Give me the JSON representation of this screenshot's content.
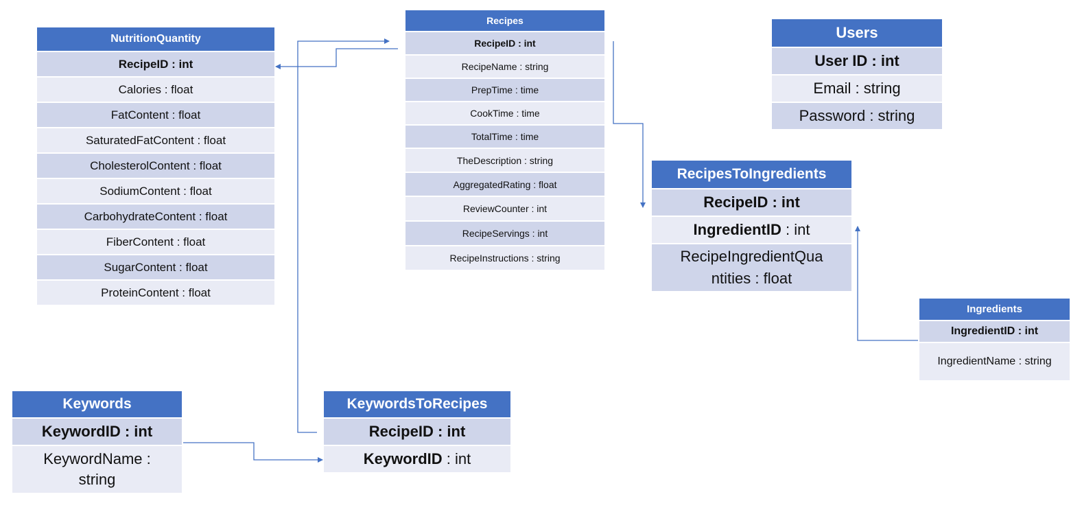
{
  "tables": {
    "nutrition": {
      "title": "NutritionQuantity",
      "rows": [
        {
          "key": "RecipeID : int",
          "rest": ""
        },
        {
          "key": "",
          "rest": "Calories : float"
        },
        {
          "key": "",
          "rest": "FatContent : float"
        },
        {
          "key": "",
          "rest": "SaturatedFatContent : float"
        },
        {
          "key": "",
          "rest": "CholesterolContent : float"
        },
        {
          "key": "",
          "rest": "SodiumContent : float"
        },
        {
          "key": "",
          "rest": "CarbohydrateContent : float"
        },
        {
          "key": "",
          "rest": "FiberContent : float"
        },
        {
          "key": "",
          "rest": "SugarContent : float"
        },
        {
          "key": "",
          "rest": "ProteinContent : float"
        }
      ]
    },
    "recipes": {
      "title": "Recipes",
      "rows": [
        {
          "key": "RecipeID : int",
          "rest": ""
        },
        {
          "key": "",
          "rest": "RecipeName : string"
        },
        {
          "key": "",
          "rest": "PrepTime : time"
        },
        {
          "key": "",
          "rest": "CookTime : time"
        },
        {
          "key": "",
          "rest": "TotalTime : time"
        },
        {
          "key": "",
          "rest": "TheDescription : string"
        },
        {
          "key": "",
          "rest": "AggregatedRating : float"
        },
        {
          "key": "",
          "rest": "ReviewCounter : int"
        },
        {
          "key": "",
          "rest": "RecipeServings : int"
        },
        {
          "key": "",
          "rest": "RecipeInstructions : string"
        }
      ]
    },
    "users": {
      "title": "Users",
      "rows": [
        {
          "key": "User ID : int",
          "rest": ""
        },
        {
          "key": "",
          "rest": "Email : string"
        },
        {
          "key": "",
          "rest": "Password : string"
        }
      ]
    },
    "recipes_to_ingredients": {
      "title": "RecipesToIngredients",
      "rows": [
        {
          "key": "RecipeID : int",
          "rest": ""
        },
        {
          "key": "IngredientID",
          "rest": " : int"
        },
        {
          "key": "",
          "rest": "RecipeIngredientQua ntities : float"
        }
      ]
    },
    "ingredients": {
      "title": "Ingredients",
      "rows": [
        {
          "key": "IngredientID : int",
          "rest": ""
        },
        {
          "key": "",
          "rest": "IngredientName : string"
        }
      ]
    },
    "keywords": {
      "title": "Keywords",
      "rows": [
        {
          "key": "KeywordID : int",
          "rest": ""
        },
        {
          "key": "",
          "rest": "KeywordName : string"
        }
      ]
    },
    "keywords_to_recipes": {
      "title": "KeywordsToRecipes",
      "rows": [
        {
          "key": "RecipeID : int",
          "rest": ""
        },
        {
          "key": "KeywordID",
          "rest": " : int"
        }
      ]
    }
  },
  "colors": {
    "header": "#4472c4",
    "row_dark": "#cfd5ea",
    "row_light": "#e9ebf5",
    "connector": "#4472c4"
  }
}
